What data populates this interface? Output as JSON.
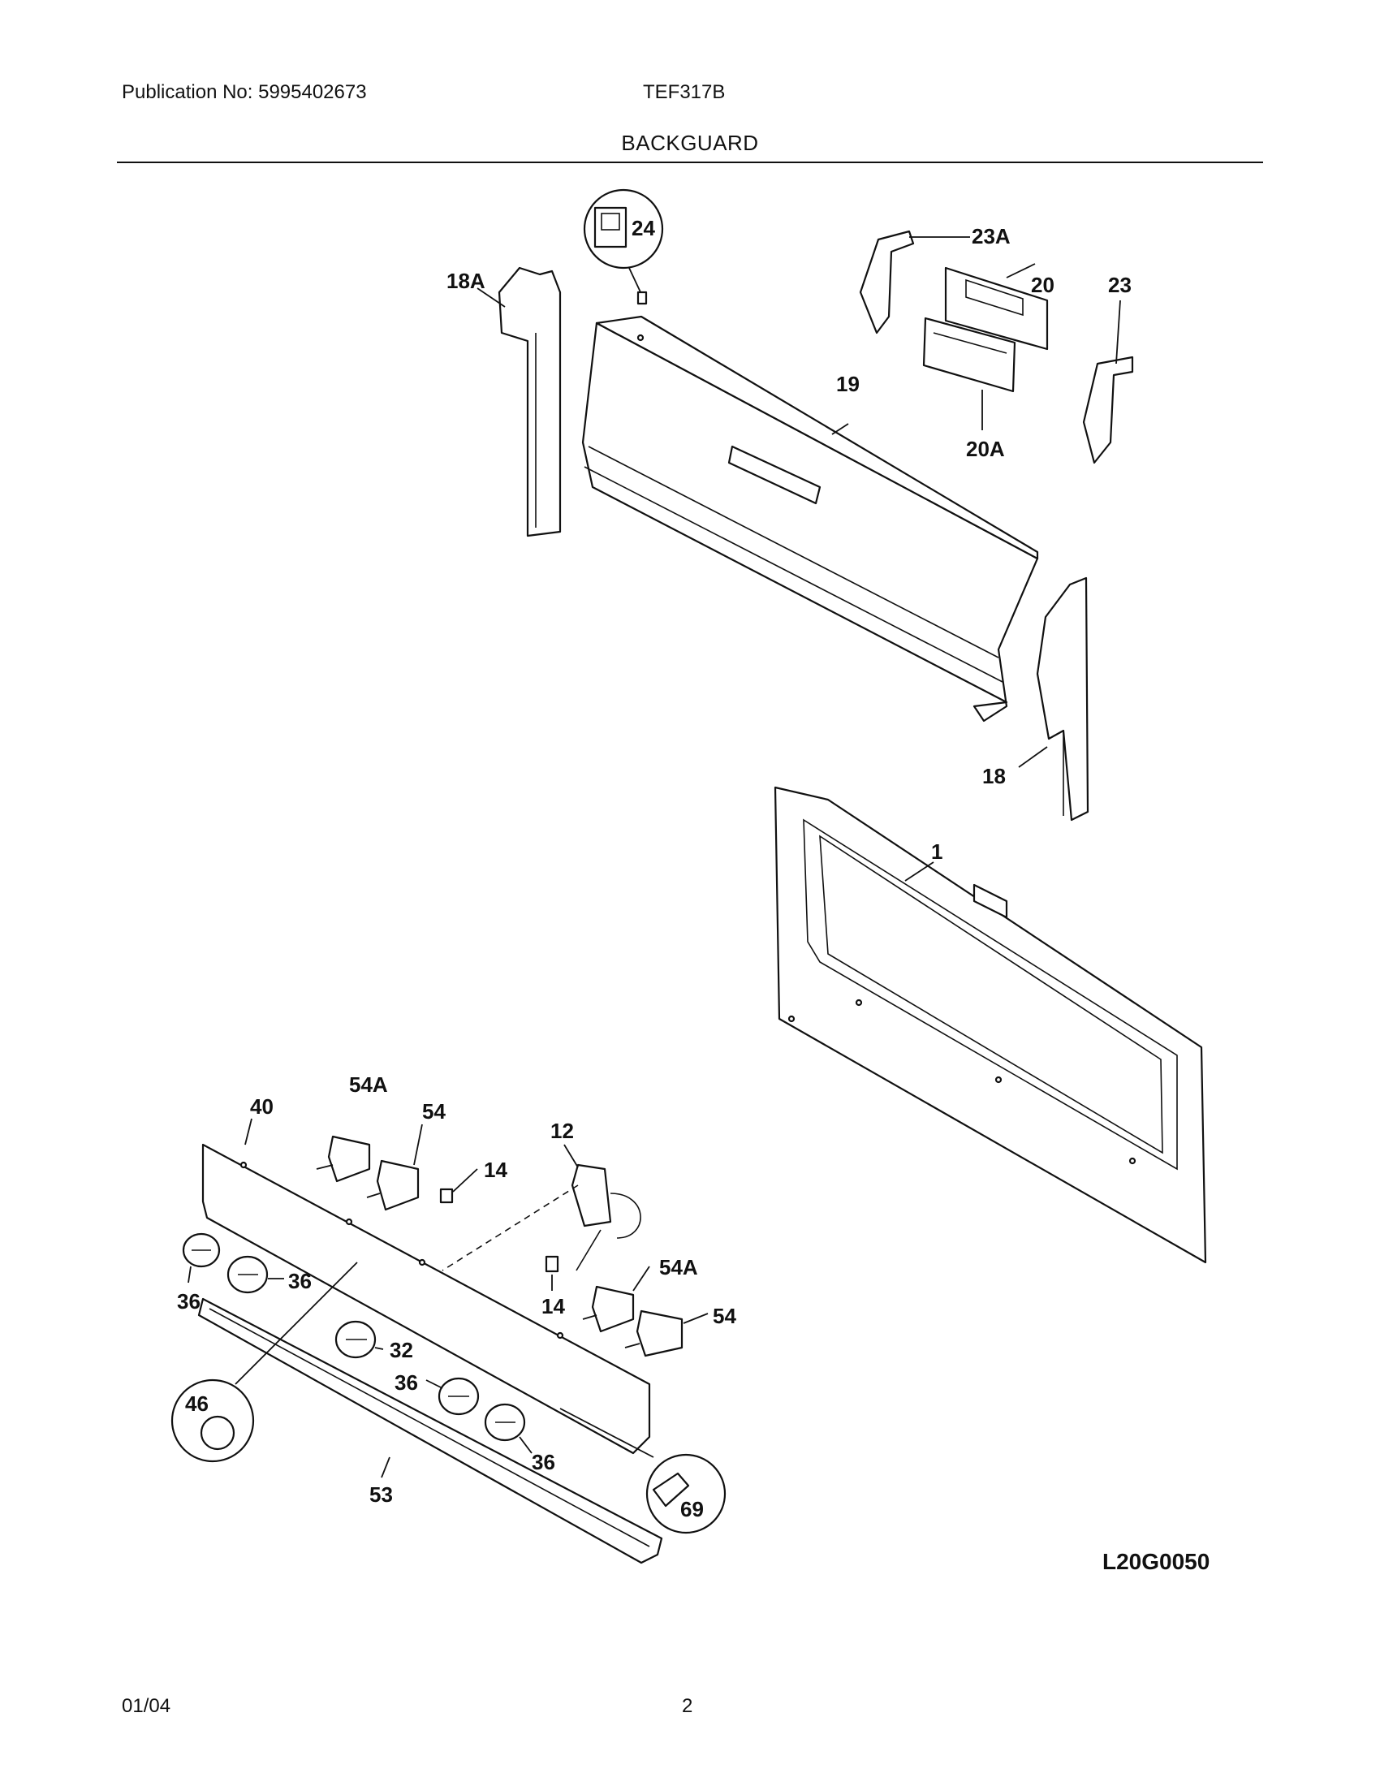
{
  "header": {
    "publication": "Publication No: 5995402673",
    "model": "TEF317B",
    "section": "BACKGUARD"
  },
  "callouts": {
    "c1": "1",
    "c12": "12",
    "c14a": "14",
    "c14b": "14",
    "c18": "18",
    "c18A": "18A",
    "c19": "19",
    "c20": "20",
    "c20A": "20A",
    "c23": "23",
    "c23A": "23A",
    "c24": "24",
    "c32": "32",
    "c36a": "36",
    "c36b": "36",
    "c36c": "36",
    "c36d": "36",
    "c40": "40",
    "c46": "46",
    "c53": "53",
    "c54a": "54",
    "c54b": "54",
    "c54Aa": "54A",
    "c54Ab": "54A",
    "c69": "69"
  },
  "drawing_code": "L20G0050",
  "footer": {
    "date": "01/04",
    "page": "2"
  }
}
